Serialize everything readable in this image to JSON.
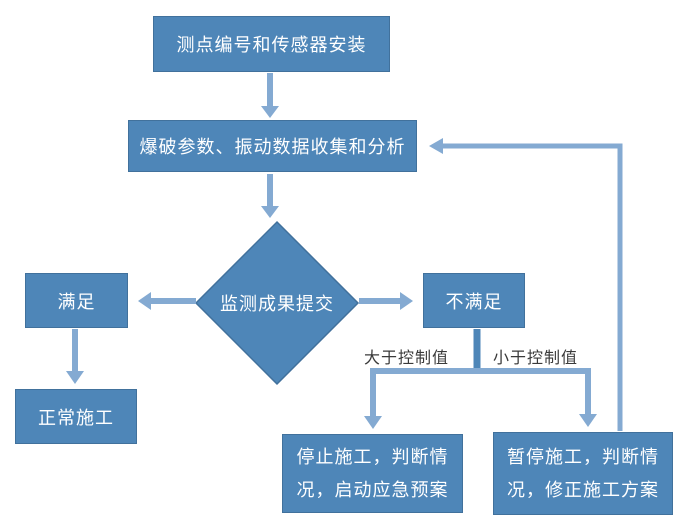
{
  "colors": {
    "background": "#ffffff",
    "shape_fill": "#4e86b8",
    "shape_border": "#41719c",
    "connector": "#84aad2",
    "stub": "#4e86b8",
    "box_text": "#ffffff",
    "label_text": "#3a3a3a"
  },
  "flowchart": {
    "nodes": {
      "sensor_install": {
        "label": "测点编号和传感器安装"
      },
      "data_collection": {
        "label": "爆破参数、振动数据收集和分析"
      },
      "decision": {
        "label": "监测成果提交"
      },
      "satisfied": {
        "label": "满足"
      },
      "not_satisfied": {
        "label": "不满足"
      },
      "normal_construction": {
        "label": "正常施工"
      },
      "stop_construction": {
        "label": "停止施工，判断情\n况，启动应急预案"
      },
      "pause_construction": {
        "label": "暂停施工，判断情\n况，修正施工方案"
      }
    },
    "edge_labels": {
      "greater_than_control": "大于控制值",
      "less_than_control": "小于控制值"
    }
  }
}
